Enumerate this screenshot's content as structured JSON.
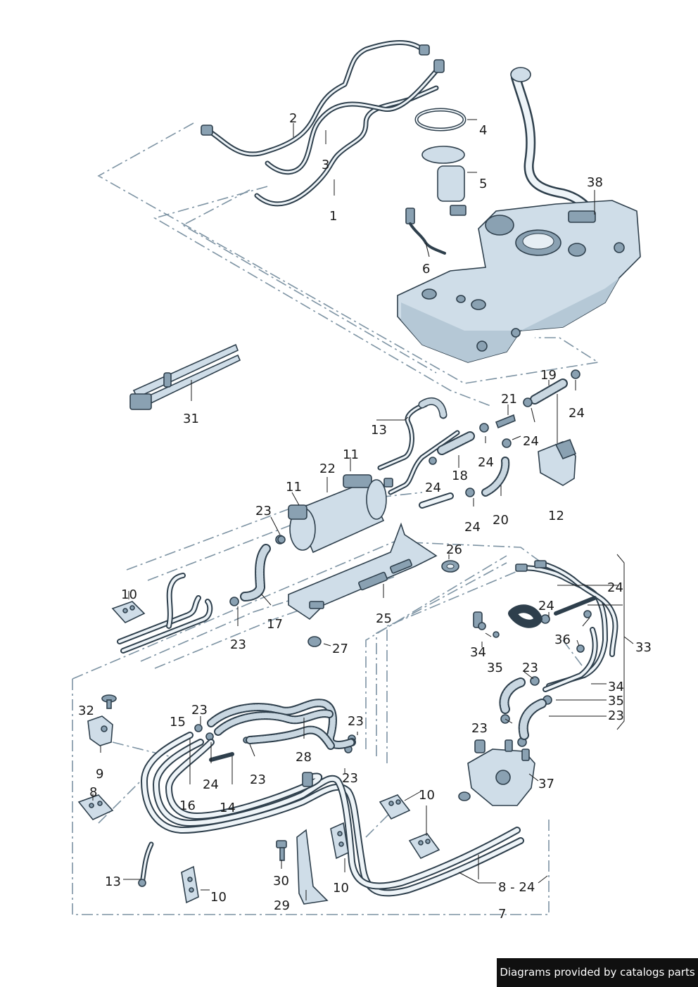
{
  "footer": {
    "text": "Diagrams provided by catalogs parts"
  },
  "labels": {
    "l1": "1",
    "l2": "2",
    "l3": "3",
    "l4": "4",
    "l5": "5",
    "l6": "6",
    "l7": "7",
    "l8a": "8",
    "l8_24": "8 - 24",
    "l9": "9",
    "l10a": "10",
    "l10b": "10",
    "l10c": "10",
    "l10d": "10",
    "l11a": "11",
    "l11b": "11",
    "l12": "12",
    "l13a": "13",
    "l13b": "13",
    "l14": "14",
    "l15": "15",
    "l16": "16",
    "l17": "17",
    "l18": "18",
    "l19": "19",
    "l20": "20",
    "l21": "21",
    "l22": "22",
    "l23a": "23",
    "l23b": "23",
    "l23c": "23",
    "l23d": "23",
    "l23e": "23",
    "l23f": "23",
    "l23g": "23",
    "l23h": "23",
    "l23i": "23",
    "l24a": "24",
    "l24b": "24",
    "l24c": "24",
    "l24d": "24",
    "l24e": "24",
    "l24f": "24",
    "l24g": "24",
    "l24h": "24",
    "l25": "25",
    "l26": "26",
    "l27": "27",
    "l28": "28",
    "l29": "29",
    "l30": "30",
    "l31": "31",
    "l32": "32",
    "l33": "33",
    "l34a": "34",
    "l34b": "34",
    "l35a": "35",
    "l35b": "35",
    "l36": "36",
    "l37": "37",
    "l38": "38"
  },
  "colors": {
    "accent": "#7d93a3",
    "part": "#cfdde8",
    "outline": "#2e3f4c"
  }
}
